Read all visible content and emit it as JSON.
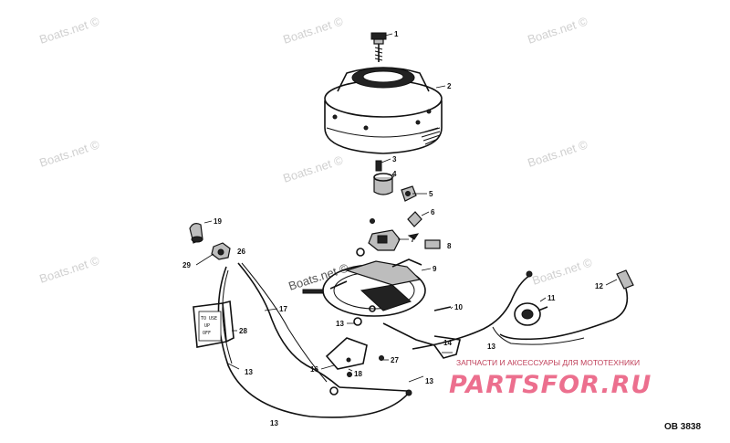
{
  "watermarks": [
    "Boats.net ©",
    "Boats.net ©",
    "Boats.net ©",
    "Boats.net ©",
    "Boats.net ©",
    "Boats.net ©",
    "Boats.net ©",
    "Boats.net ©",
    "Boats.net ©"
  ],
  "callouts": [
    "1",
    "2",
    "3",
    "4",
    "5",
    "6",
    "7",
    "8",
    "9",
    "10",
    "11",
    "12",
    "13",
    "13",
    "13",
    "13",
    "13",
    "14",
    "16",
    "17",
    "18",
    "19",
    "26",
    "27",
    "28",
    "29"
  ],
  "label_sticker": [
    "TO USE",
    "UP",
    "OFF"
  ],
  "brand_tagline": "ЗАПЧАСТИ И АКСЕССУАРЫ ДЛЯ МОТОТЕХНИКИ",
  "brand_name": "PARTSFOR.RU",
  "drawing_code": "OB 3838",
  "colors": {
    "ink": "#111111",
    "watermark": "#d0d0d0",
    "brand": "#ec6f8e"
  }
}
